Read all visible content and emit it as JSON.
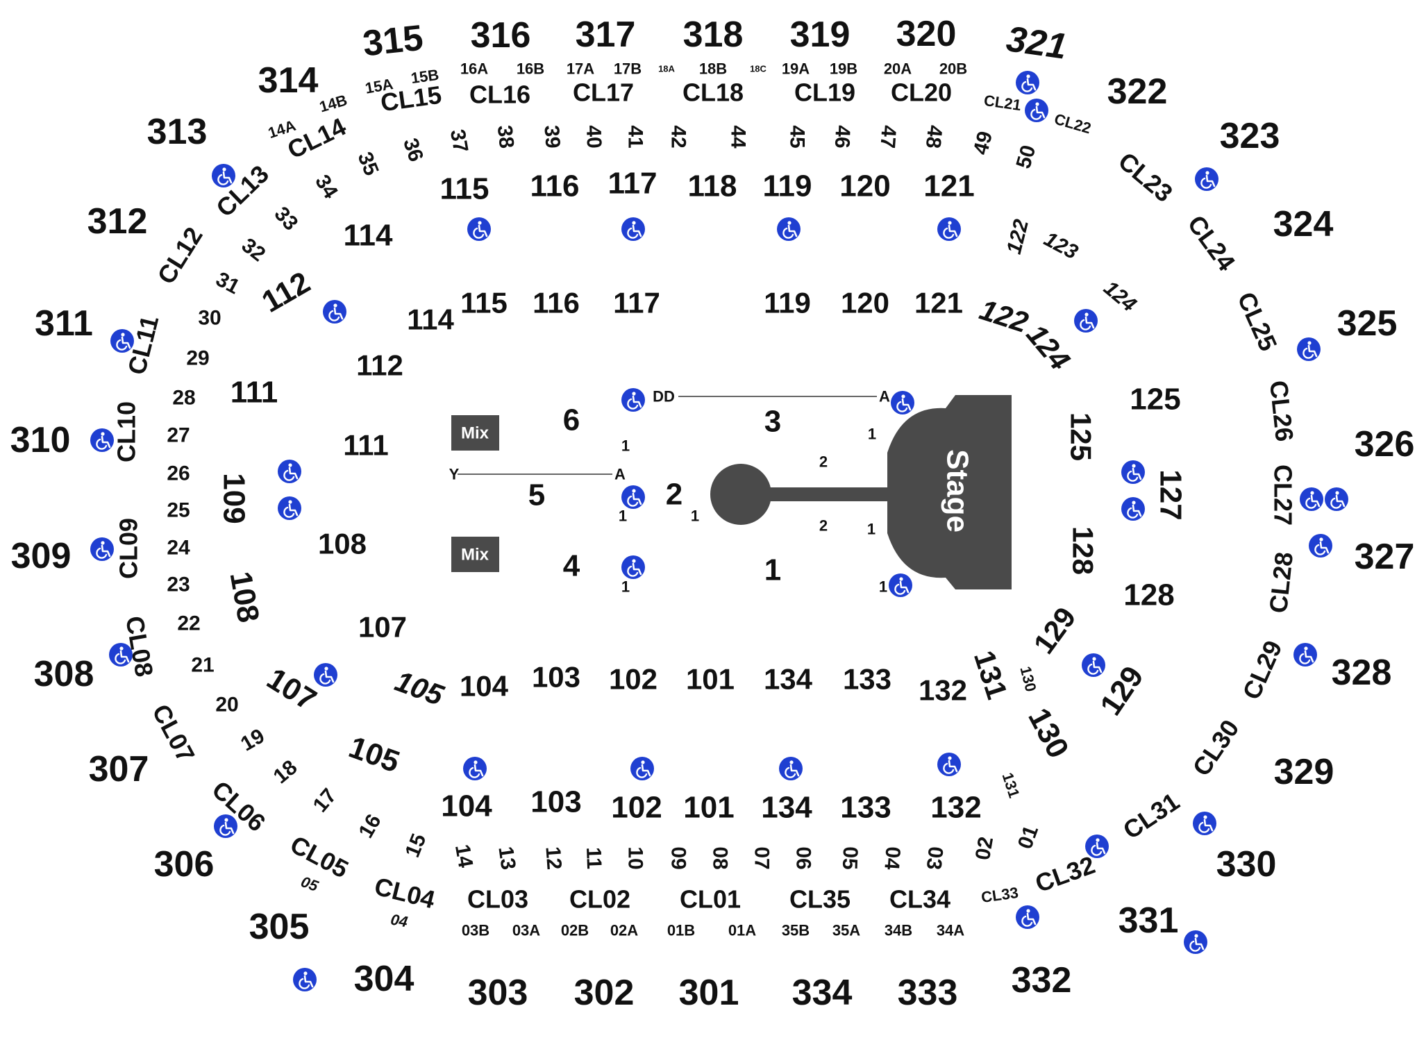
{
  "venue_map": {
    "colors": {
      "accessible": "#1f3fd1",
      "stage": "#4a4a4a",
      "mix": "#4a4a4a",
      "text": "#111111",
      "background": "#ffffff"
    },
    "icon": "wheelchair-accessible-icon",
    "stage_label": "Stage",
    "mix_labels": [
      "Mix",
      "Mix"
    ],
    "upper_sections": [
      "315",
      "316",
      "317",
      "318",
      "319",
      "320",
      "321",
      "314",
      "322",
      "313",
      "323",
      "312",
      "324",
      "311",
      "325",
      "310",
      "326",
      "309",
      "327",
      "308",
      "328",
      "307",
      "329",
      "306",
      "330",
      "305",
      "331",
      "304",
      "332",
      "303",
      "302",
      "301",
      "334",
      "333"
    ],
    "upper_subsections": [
      "15A",
      "15B",
      "16A",
      "16B",
      "17A",
      "17B",
      "18A",
      "18B",
      "18C",
      "19A",
      "19B",
      "20A",
      "20B",
      "14A",
      "14B",
      "03B",
      "03A",
      "02B",
      "02A",
      "01B",
      "01A",
      "35B",
      "35A",
      "34B",
      "34A",
      "05",
      "04"
    ],
    "club_boxes": [
      "CL15",
      "CL16",
      "CL17",
      "CL18",
      "CL19",
      "CL20",
      "CL21",
      "CL22",
      "CL14",
      "CL13",
      "CL12",
      "CL11",
      "CL10",
      "CL09",
      "CL08",
      "CL07",
      "CL06",
      "CL05",
      "CL04",
      "CL03",
      "CL02",
      "CL01",
      "CL35",
      "CL34",
      "CL33",
      "CL32",
      "CL31",
      "CL30",
      "CL29",
      "CL28",
      "CL27",
      "CL26",
      "CL25",
      "CL24",
      "CL23"
    ],
    "suite_numbers": [
      "37",
      "38",
      "39",
      "40",
      "41",
      "42",
      "44",
      "45",
      "46",
      "47",
      "48",
      "49",
      "50",
      "35",
      "36",
      "34",
      "33",
      "32",
      "31",
      "30",
      "29",
      "28",
      "27",
      "26",
      "25",
      "24",
      "23",
      "22",
      "21",
      "20",
      "19",
      "18",
      "17",
      "16",
      "15",
      "14",
      "13",
      "12",
      "11",
      "10",
      "09",
      "08",
      "07",
      "06",
      "05",
      "04",
      "03",
      "02",
      "01"
    ],
    "lower_sections_outer": [
      "115",
      "116",
      "117",
      "118",
      "119",
      "120",
      "121",
      "114",
      "112",
      "111",
      "109",
      "108",
      "107",
      "105",
      "104",
      "103",
      "102",
      "101",
      "134",
      "133",
      "132",
      "130",
      "129",
      "128",
      "127",
      "125",
      "124",
      "123",
      "122"
    ],
    "lower_sections_inner": [
      "115",
      "116",
      "117",
      "119",
      "120",
      "121",
      "114",
      "112",
      "111",
      "108",
      "107",
      "105",
      "104",
      "103",
      "102",
      "101",
      "134",
      "133",
      "132",
      "131",
      "129",
      "128",
      "125",
      "124",
      "122"
    ],
    "lower_small_labels": [
      "122",
      "123",
      "124",
      "130",
      "131"
    ],
    "floor_sections": [
      "6",
      "5",
      "4",
      "3",
      "2",
      "1"
    ],
    "floor_row_labels": [
      "DD",
      "A",
      "Y",
      "A",
      "1",
      "1",
      "1",
      "1",
      "2",
      "2",
      "1",
      "1"
    ]
  }
}
